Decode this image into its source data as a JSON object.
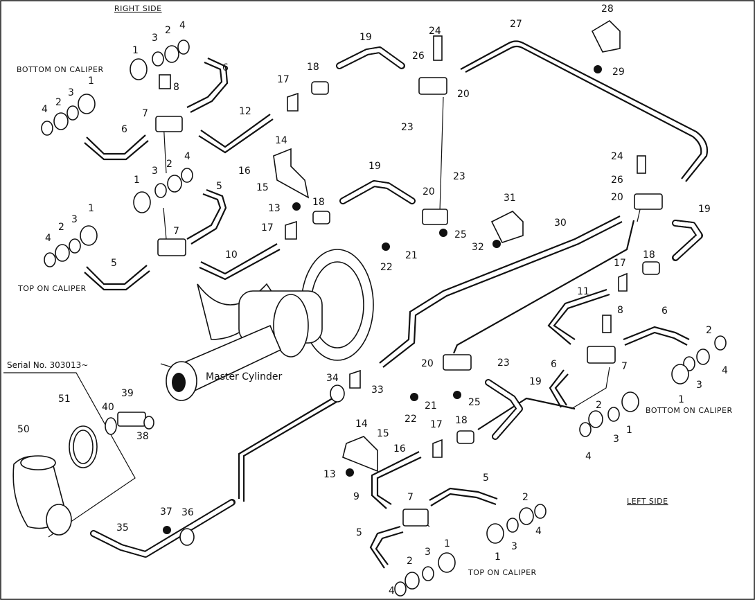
{
  "labels": {
    "right_side": "RIGHT SIDE",
    "left_side": "LEFT SIDE",
    "bottom_on_caliper": "BOTTOM ON CALIPER",
    "top_on_caliper": "TOP ON CALIPER",
    "master_cylinder": "Master Cylinder",
    "serial_no": "Serial No. 303013~"
  },
  "callouts": {
    "n1": "1",
    "n2": "2",
    "n3": "3",
    "n4": "4",
    "n5": "5",
    "n6": "6",
    "n7": "7",
    "n8": "8",
    "n9": "9",
    "n10": "10",
    "n11": "11",
    "n12": "12",
    "n13": "13",
    "n14": "14",
    "n15": "15",
    "n16": "16",
    "n17": "17",
    "n18": "18",
    "n19": "19",
    "n20": "20",
    "n21": "21",
    "n22": "22",
    "n23": "23",
    "n24": "24",
    "n25": "25",
    "n26": "26",
    "n27": "27",
    "n28": "28",
    "n29": "29",
    "n30": "30",
    "n31": "31",
    "n32": "32",
    "n33": "33",
    "n34": "34",
    "n35": "35",
    "n36": "36",
    "n37": "37",
    "n38": "38",
    "n39": "39",
    "n40": "40",
    "n50": "50",
    "n51": "51"
  }
}
